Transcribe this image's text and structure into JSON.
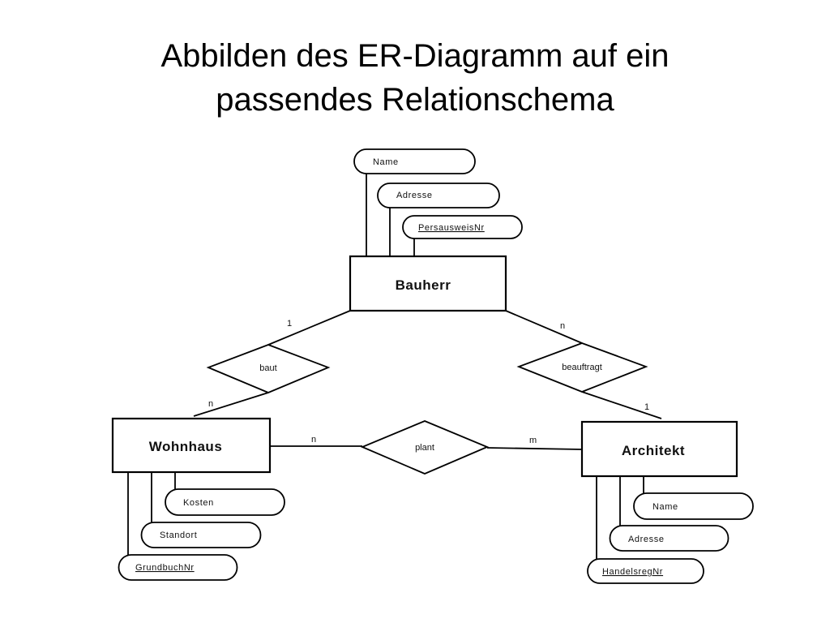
{
  "title": {
    "line1": "Abbilden des ER-Diagramm auf ein",
    "line2": "passendes Relationschema"
  },
  "diagram": {
    "entities": {
      "bauherr": "Bauherr",
      "wohnhaus": "Wohnhaus",
      "architekt": "Architekt"
    },
    "relationships": {
      "baut": "baut",
      "beauftragt": "beauftragt",
      "plant": "plant"
    },
    "attributes": {
      "bauherr": [
        "Name",
        "Adresse",
        "PersausweisNr"
      ],
      "wohnhaus": [
        "Kosten",
        "Standort",
        "GrundbuchNr"
      ],
      "architekt": [
        "Name",
        "Adresse",
        "HandelsregNr"
      ]
    },
    "key_attributes": [
      "PersausweisNr",
      "GrundbuchNr",
      "HandelsregNr"
    ],
    "cardinalities": {
      "bauherr_baut": "1",
      "baut_wohnhaus": "n",
      "bauherr_beauftragt": "n",
      "beauftragt_architekt": "1",
      "wohnhaus_plant": "n",
      "plant_architekt": "m"
    }
  }
}
